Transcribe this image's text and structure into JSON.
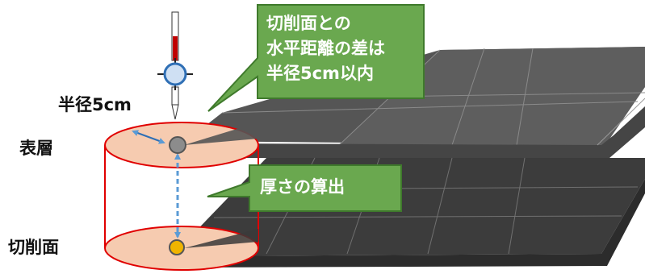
{
  "labels": {
    "radius": "半径5cm",
    "surface_layer": "表層",
    "cutting_surface": "切削面"
  },
  "callouts": {
    "top": {
      "lines": [
        "切削面との",
        "水平距離の差は",
        "半径5cm以内"
      ]
    },
    "middle": {
      "text": "厚さの算出"
    }
  },
  "colors": {
    "callout_fill": "#6aa84f",
    "callout_border": "#3f7a2c",
    "cylinder_edge": "#e00000",
    "disc_fill": "#f6cbb0",
    "measure_arrow": "#5b9bd5",
    "surface_point": "#8c8c8c",
    "cut_point": "#f0b400",
    "pavement_upper": "#5a5a5a",
    "pavement_lower": "#3a3a3a"
  },
  "icons": [
    "survey-rod-icon",
    "surface-point-icon",
    "cut-point-icon"
  ]
}
